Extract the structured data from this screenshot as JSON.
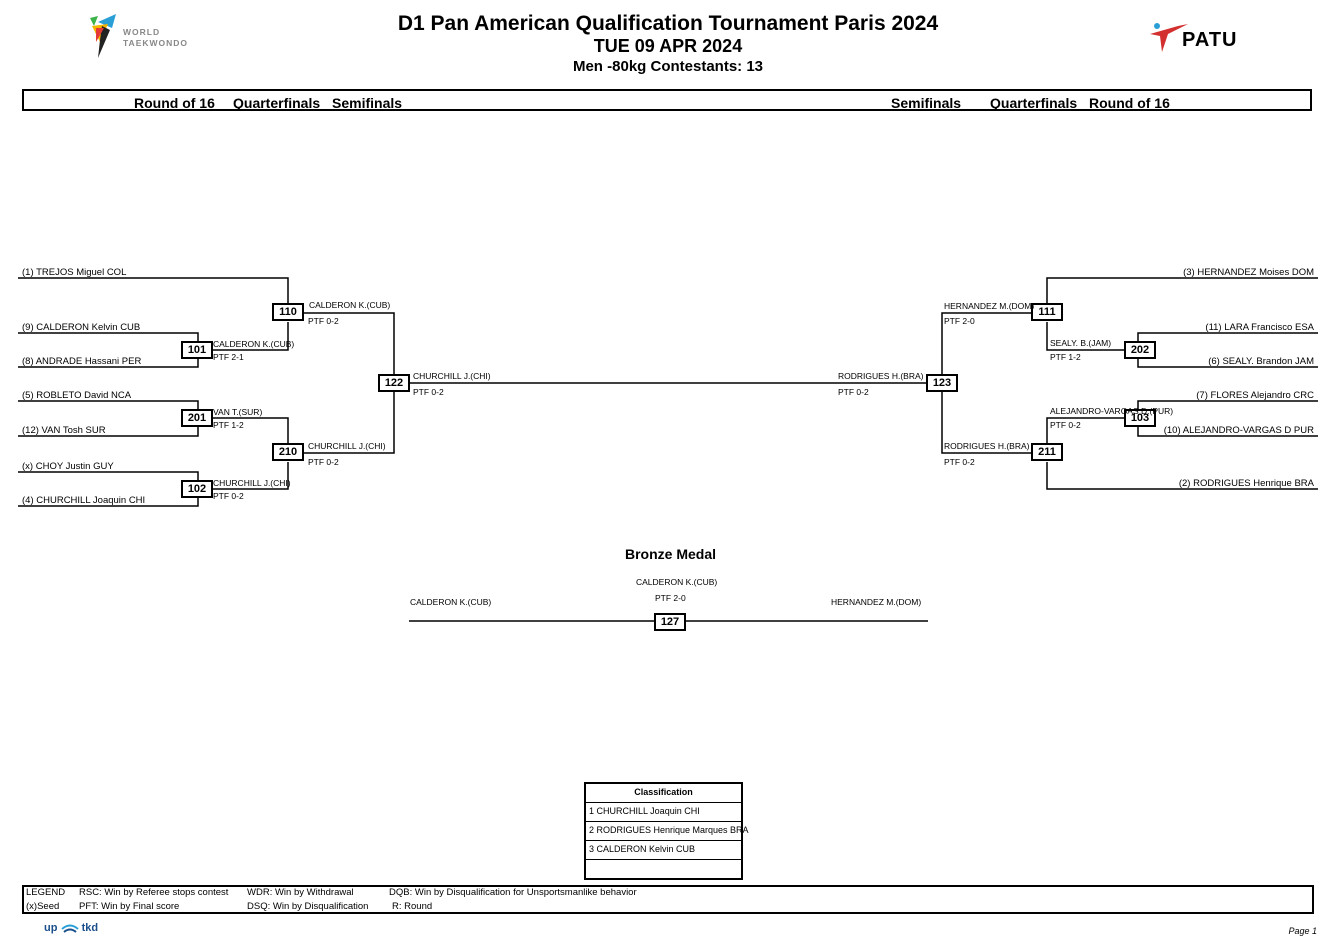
{
  "header": {
    "title": "D1 Pan American Qualification Tournament Paris 2024",
    "date": "TUE 09 APR 2024",
    "category": "Men -80kg  Contestants: 13",
    "left_logo_text_1": "WORLD",
    "left_logo_text_2": "TAEKWONDO",
    "right_logo_text": "PATU"
  },
  "rounds": {
    "left": [
      "Round of 16",
      "Quarterfinals",
      "Semifinals"
    ],
    "right": [
      "Semifinals",
      "Quarterfinals",
      "Round of 16"
    ]
  },
  "left_bracket": {
    "entrants": [
      "(1) TREJOS Miguel COL",
      "(9) CALDERON Kelvin CUB",
      "(8) ANDRADE Hassani PER",
      "(5) ROBLETO David NCA",
      "(12) VAN Tosh SUR",
      "(x) CHOY Justin GUY",
      "(4) CHURCHILL Joaquin CHI"
    ],
    "m101": {
      "num": "101",
      "winner": "CALDERON K.(CUB)",
      "score": "PTF 2-1"
    },
    "m201": {
      "num": "201",
      "winner": "VAN T.(SUR)",
      "score": "PTF 1-2"
    },
    "m102": {
      "num": "102",
      "winner": "CHURCHILL J.(CHI)",
      "score": "PTF 0-2"
    },
    "m110": {
      "num": "110",
      "winner": "CALDERON K.(CUB)",
      "score": "PTF 0-2"
    },
    "m210": {
      "num": "210",
      "winner": "CHURCHILL J.(CHI)",
      "score": "PTF 0-2"
    },
    "m122": {
      "num": "122",
      "winner": "CHURCHILL J.(CHI)",
      "score": "PTF 0-2"
    }
  },
  "right_bracket": {
    "entrants": [
      "(3) HERNANDEZ Moises DOM",
      "(11) LARA Francisco ESA",
      "(6) SEALY. Brandon JAM",
      "(7) FLORES Alejandro CRC",
      "(10) ALEJANDRO-VARGAS D PUR",
      "(2) RODRIGUES Henrique BRA"
    ],
    "m202": {
      "num": "202",
      "winner": "SEALY. B.(JAM)",
      "score": "PTF 1-2"
    },
    "m103": {
      "num": "103",
      "winner": "ALEJANDRO-VARGAS D.(PUR)",
      "score": "PTF 0-2"
    },
    "m111": {
      "num": "111",
      "winner": "HERNANDEZ M.(DOM)",
      "score": "PTF 2-0"
    },
    "m211": {
      "num": "211",
      "winner": "RODRIGUES H.(BRA)",
      "score": "PTF 0-2"
    },
    "m123": {
      "num": "123",
      "winner": "RODRIGUES H.(BRA)",
      "score": "PTF 0-2"
    }
  },
  "bronze": {
    "title": "Bronze Medal",
    "num": "127",
    "left": "CALDERON K.(CUB)",
    "right": "HERNANDEZ M.(DOM)",
    "winner": "CALDERON K.(CUB)",
    "score": "PTF 2-0"
  },
  "classification": {
    "title": "Classification",
    "rows": [
      "1 CHURCHILL Joaquin CHI",
      "2 RODRIGUES Henrique Marques BRA",
      "3 CALDERON Kelvin CUB",
      ""
    ]
  },
  "legend": {
    "legend": "LEGEND",
    "seed": "(x)Seed",
    "rsc": "RSC: Win by Referee stops contest",
    "pft": "PFT: Win by Final score",
    "wdr": "WDR: Win by Withdrawal",
    "dsq": "DSQ: Win by Disqualification",
    "dqb": "DQB: Win by Disqualification for Unsportsmanlike behavior",
    "r": "R: Round"
  },
  "footer": {
    "brand_left": "up",
    "brand_right": "tkd",
    "page": "Page 1"
  }
}
